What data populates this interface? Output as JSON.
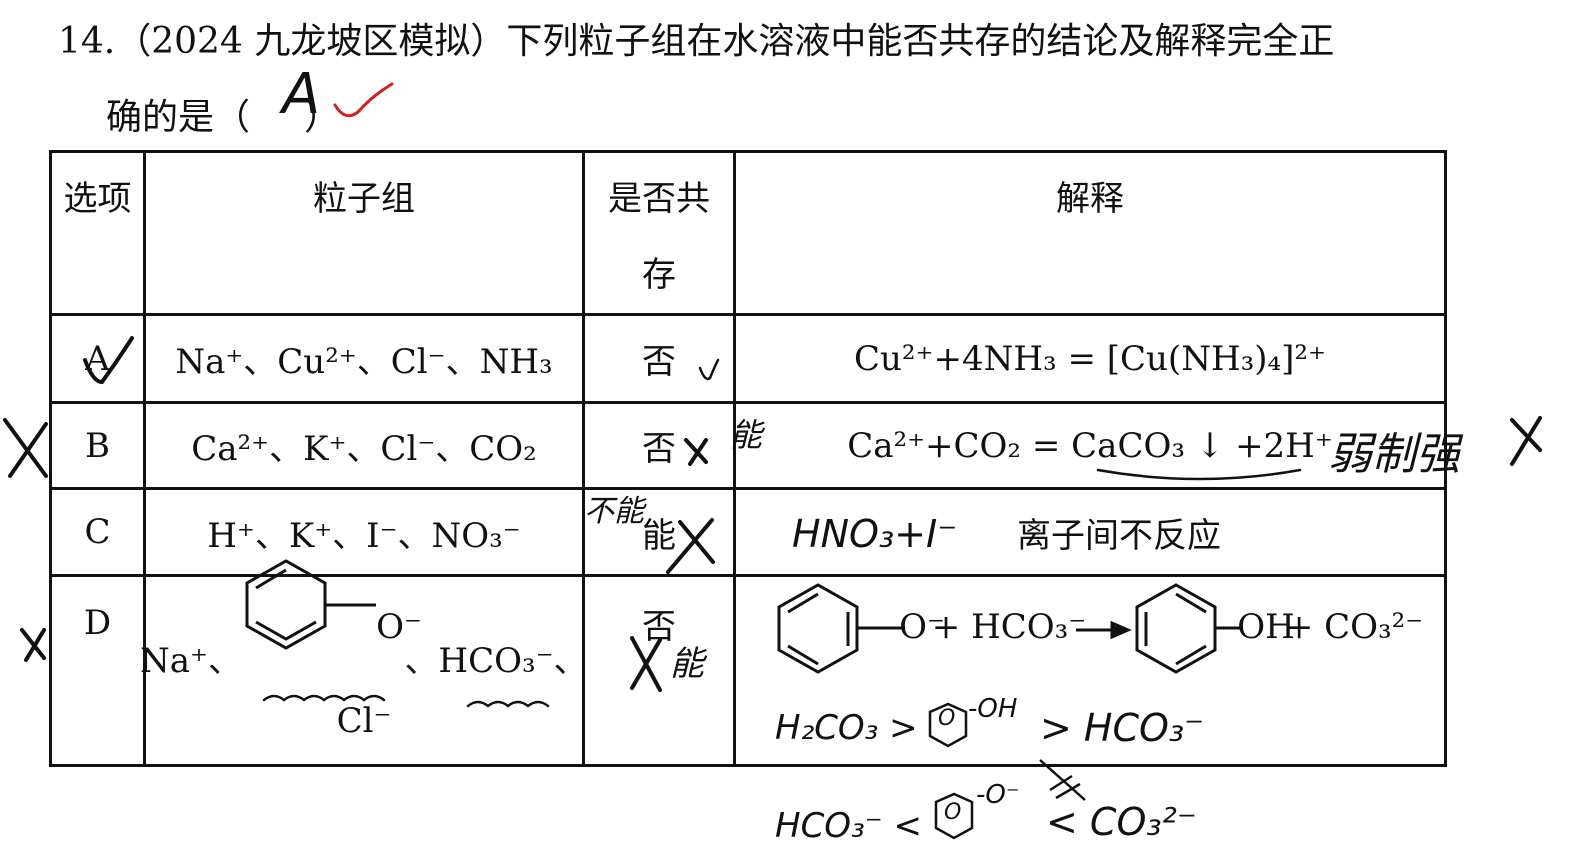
{
  "question": {
    "line1": "14.（2024 九龙坡区模拟）下列粒子组在水溶液中能否共存的结论及解释完全正",
    "line2": "确的是（",
    "line2_end": "）",
    "handwritten_answer": "A"
  },
  "table": {
    "headers": {
      "option": "选项",
      "particles": "粒子组",
      "coexist_line1": "是否共",
      "coexist_line2": "存",
      "explanation": "解释"
    },
    "rows": [
      {
        "option": "A",
        "particles": "Na⁺、Cu²⁺、Cl⁻、NH₃",
        "coexist": "否",
        "explanation": "Cu²⁺+4NH₃ = [Cu(NH₃)₄]²⁺"
      },
      {
        "option": "B",
        "particles": "Ca²⁺、K⁺、Cl⁻、CO₂",
        "coexist": "否",
        "explanation": "Ca²⁺+CO₂ = CaCO₃ ↓ +2H⁺"
      },
      {
        "option": "C",
        "particles": "H⁺、K⁺、I⁻、NO₃⁻",
        "coexist": "能",
        "explanation": "离子间不反应"
      },
      {
        "option": "D",
        "particles_prefix": "Na⁺、",
        "particles_phenoxide_label": "O⁻",
        "particles_suffix": "、HCO₃⁻、",
        "particles_line2": "Cl⁻",
        "coexist": "否",
        "explanation_reactant_label": "O⁻",
        "explanation_mid": "+ HCO₃⁻",
        "explanation_product_label": "OH",
        "explanation_end": "+ CO₃²⁻"
      }
    ]
  },
  "handwriting": {
    "b_correction": "能",
    "b_note": "弱制强",
    "c_correction": "不能",
    "c_note": "HNO₃+I⁻",
    "d_correction": "能",
    "acid_order_1": "H₂CO₃ >",
    "acid_order_1_oh": "-OH",
    "acid_order_1_end": "> HCO₃⁻",
    "acid_order_2": "HCO₃⁻ <",
    "acid_order_2_o": "-O⁻",
    "acid_order_2_end": "< CO₃²⁻",
    "ring_label": "O"
  }
}
